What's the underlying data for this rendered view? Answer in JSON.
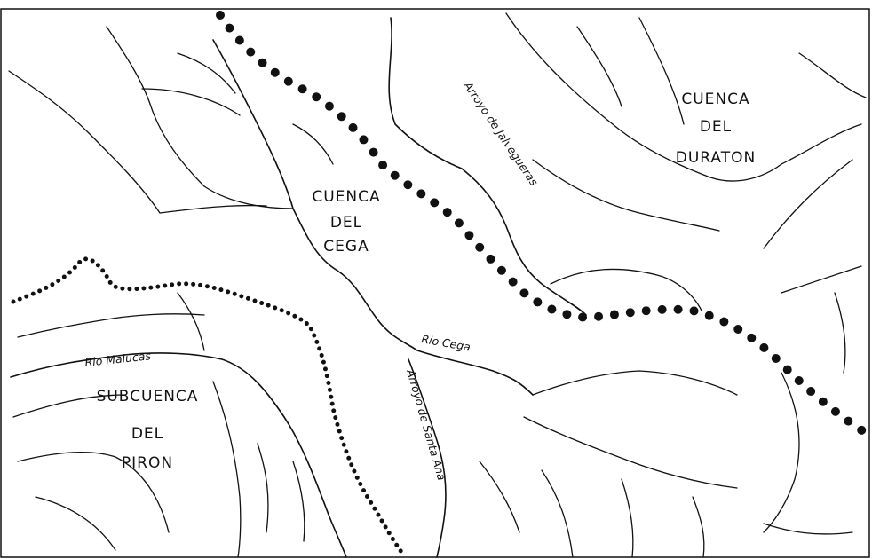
{
  "map": {
    "basins": {
      "duraton": [
        "CUENCA",
        "DEL",
        "DURATON"
      ],
      "cega": [
        "CUENCA",
        "DEL",
        "CEGA"
      ],
      "piron": [
        "SUBCUENCA",
        "DEL",
        "PIRON"
      ]
    },
    "rivers": {
      "jalvegueras": "Arroyo de Jalvegueras",
      "cega": "Rio Cega",
      "malucas": "Rio Malucas",
      "santa_ana": "Arroyo de Santa Ana"
    },
    "colors": {
      "ink": "#111111",
      "paper": "#ffffff"
    }
  }
}
